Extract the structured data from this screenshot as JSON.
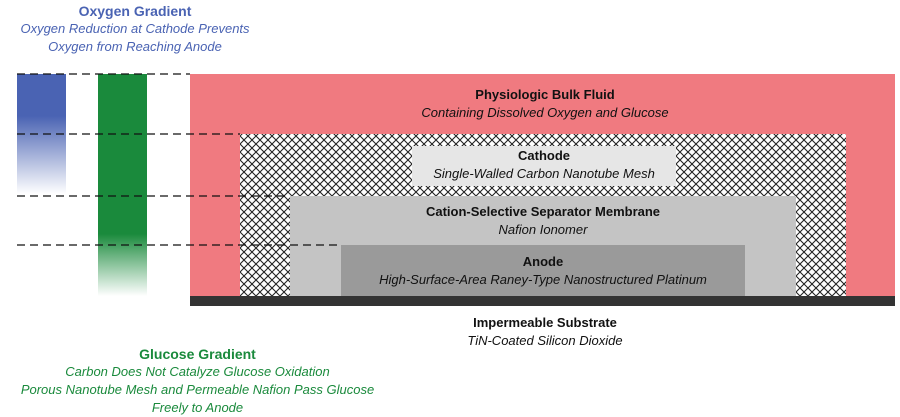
{
  "oxygen_gradient": {
    "title": "Oxygen Gradient",
    "line1": "Oxygen Reduction at Cathode Prevents",
    "line2": "Oxygen from Reaching Anode",
    "color": "#4a63b3"
  },
  "glucose_gradient": {
    "title": "Glucose Gradient",
    "line1": "Carbon Does Not Catalyze Glucose Oxidation",
    "line2": "Porous Nanotube Mesh and Permeable Nafion Pass Glucose",
    "line3": "Freely to Anode",
    "color": "#1a8a3c"
  },
  "layers": {
    "bulk_fluid": {
      "title": "Physiologic Bulk Fluid",
      "subtitle": "Containing Dissolved Oxygen and Glucose",
      "color": "#f07a80"
    },
    "cathode": {
      "title": "Cathode",
      "subtitle": "Single-Walled Carbon Nanotube Mesh"
    },
    "membrane": {
      "title": "Cation-Selective Separator Membrane",
      "subtitle": "Nafion Ionomer",
      "color": "#c4c4c4"
    },
    "anode": {
      "title": "Anode",
      "subtitle": "High-Surface-Area Raney-Type Nanostructured Platinum",
      "color": "#9a9a9a"
    },
    "substrate": {
      "title": "Impermeable Substrate",
      "subtitle": "TiN-Coated Silicon Dioxide",
      "color": "#333333"
    }
  }
}
